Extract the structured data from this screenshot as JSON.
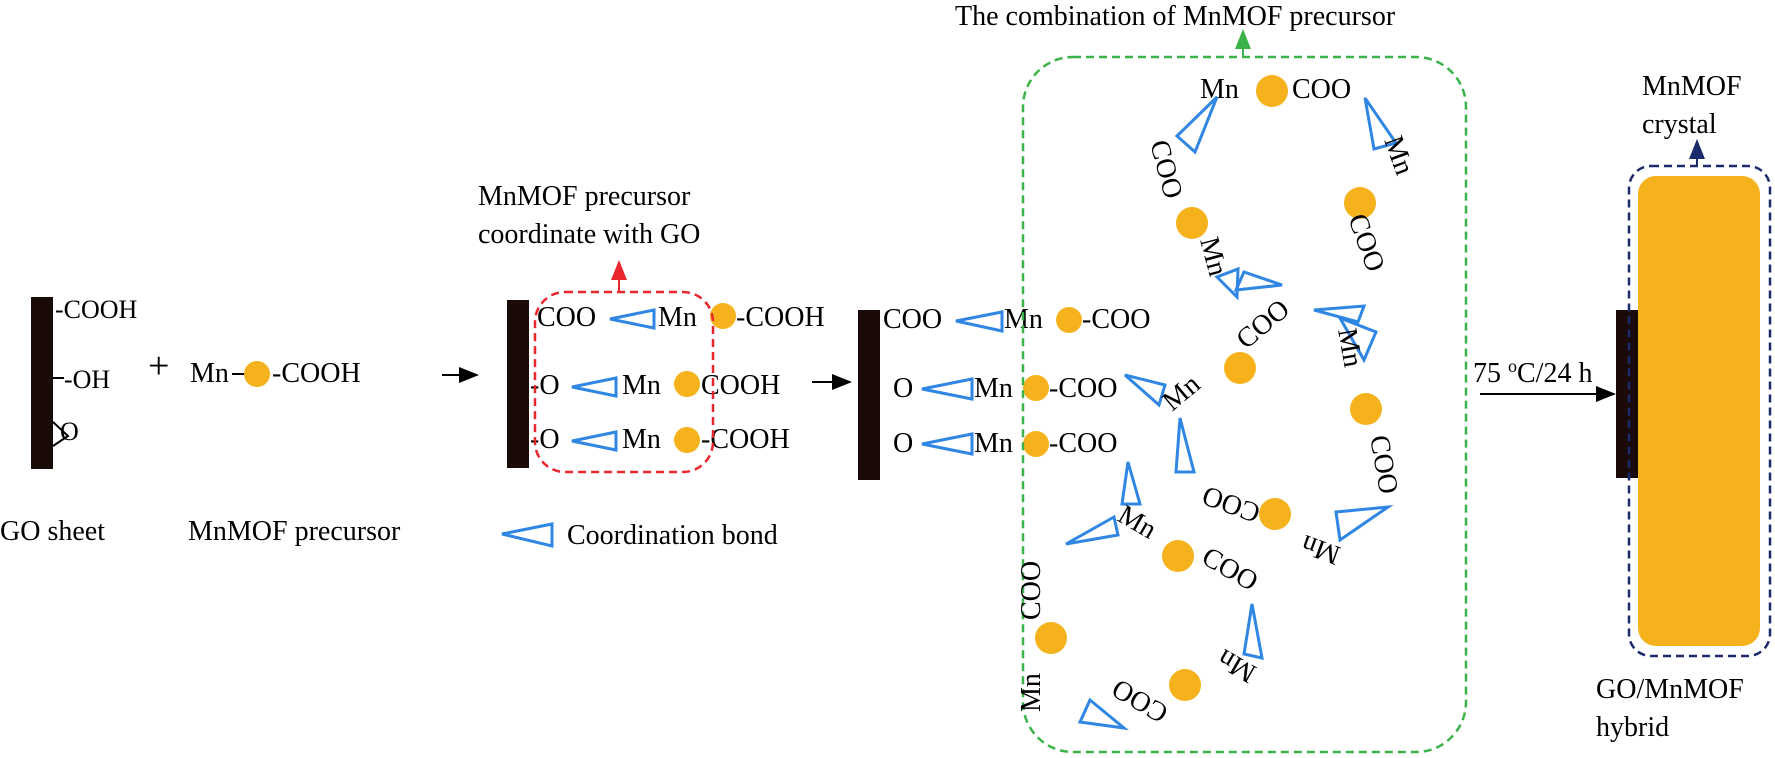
{
  "scheme": {
    "go_sheet": {
      "groups": [
        "-COOH",
        "-OH",
        "O"
      ],
      "label": "GO sheet"
    },
    "plus_sign": "+",
    "precursor": {
      "metal": "Mn",
      "acid": "-COOH",
      "label": "MnMOF precursor"
    },
    "legend": {
      "coordination_label": "Coordination bond"
    },
    "step2": {
      "callout_line1": "MnMOF precursor",
      "callout_line2": "coordinate with GO",
      "rows": [
        {
          "left": "COO",
          "metal": "Mn",
          "right": "-COOH"
        },
        {
          "left": "-O",
          "metal": "Mn",
          "right": "COOH"
        },
        {
          "left": "-O",
          "metal": "Mn",
          "right": "-COOH"
        }
      ]
    },
    "step3": {
      "rows": [
        {
          "left": "COO",
          "metal": "Mn",
          "right": "-COO"
        },
        {
          "left": "O",
          "metal": "Mn",
          "right": "-COO"
        },
        {
          "left": "O",
          "metal": "Mn",
          "right": "-COO"
        }
      ],
      "combination_label": "The combination of MnMOF precursor",
      "ring_metal": "Mn",
      "ring_ligand": "COO"
    },
    "condition": "75 °C/24 h",
    "condition_parts": {
      "value": "75 ",
      "unit_sup": "o",
      "unit": "C/24 h"
    },
    "product": {
      "crystal_line1": "MnMOF",
      "crystal_line2": "crystal",
      "hybrid_line1": "GO/MnMOF",
      "hybrid_line2": "hybrid"
    },
    "colors": {
      "go_sheet": "#1a0a08",
      "mn_node": "#f6b21c",
      "coordination_bond": "#2f86e3",
      "callout_red": "#e8262b",
      "callout_green": "#3cb34a",
      "callout_navy": "#1b2a6b",
      "crystal": "#f6b21c"
    }
  }
}
